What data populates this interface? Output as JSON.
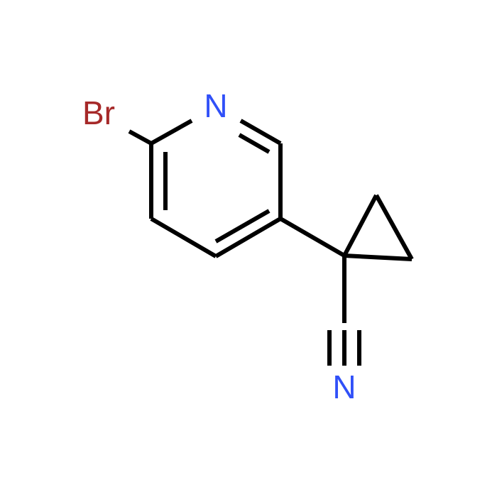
{
  "atoms": {
    "bromine": {
      "symbol": "Br",
      "color": "#a62929"
    },
    "ring_nitrogen": {
      "symbol": "N",
      "color": "#3050f8"
    },
    "nitrile_nitrogen": {
      "symbol": "N",
      "color": "#3050f8"
    }
  },
  "bond_color": "#000000",
  "background": "#ffffff"
}
